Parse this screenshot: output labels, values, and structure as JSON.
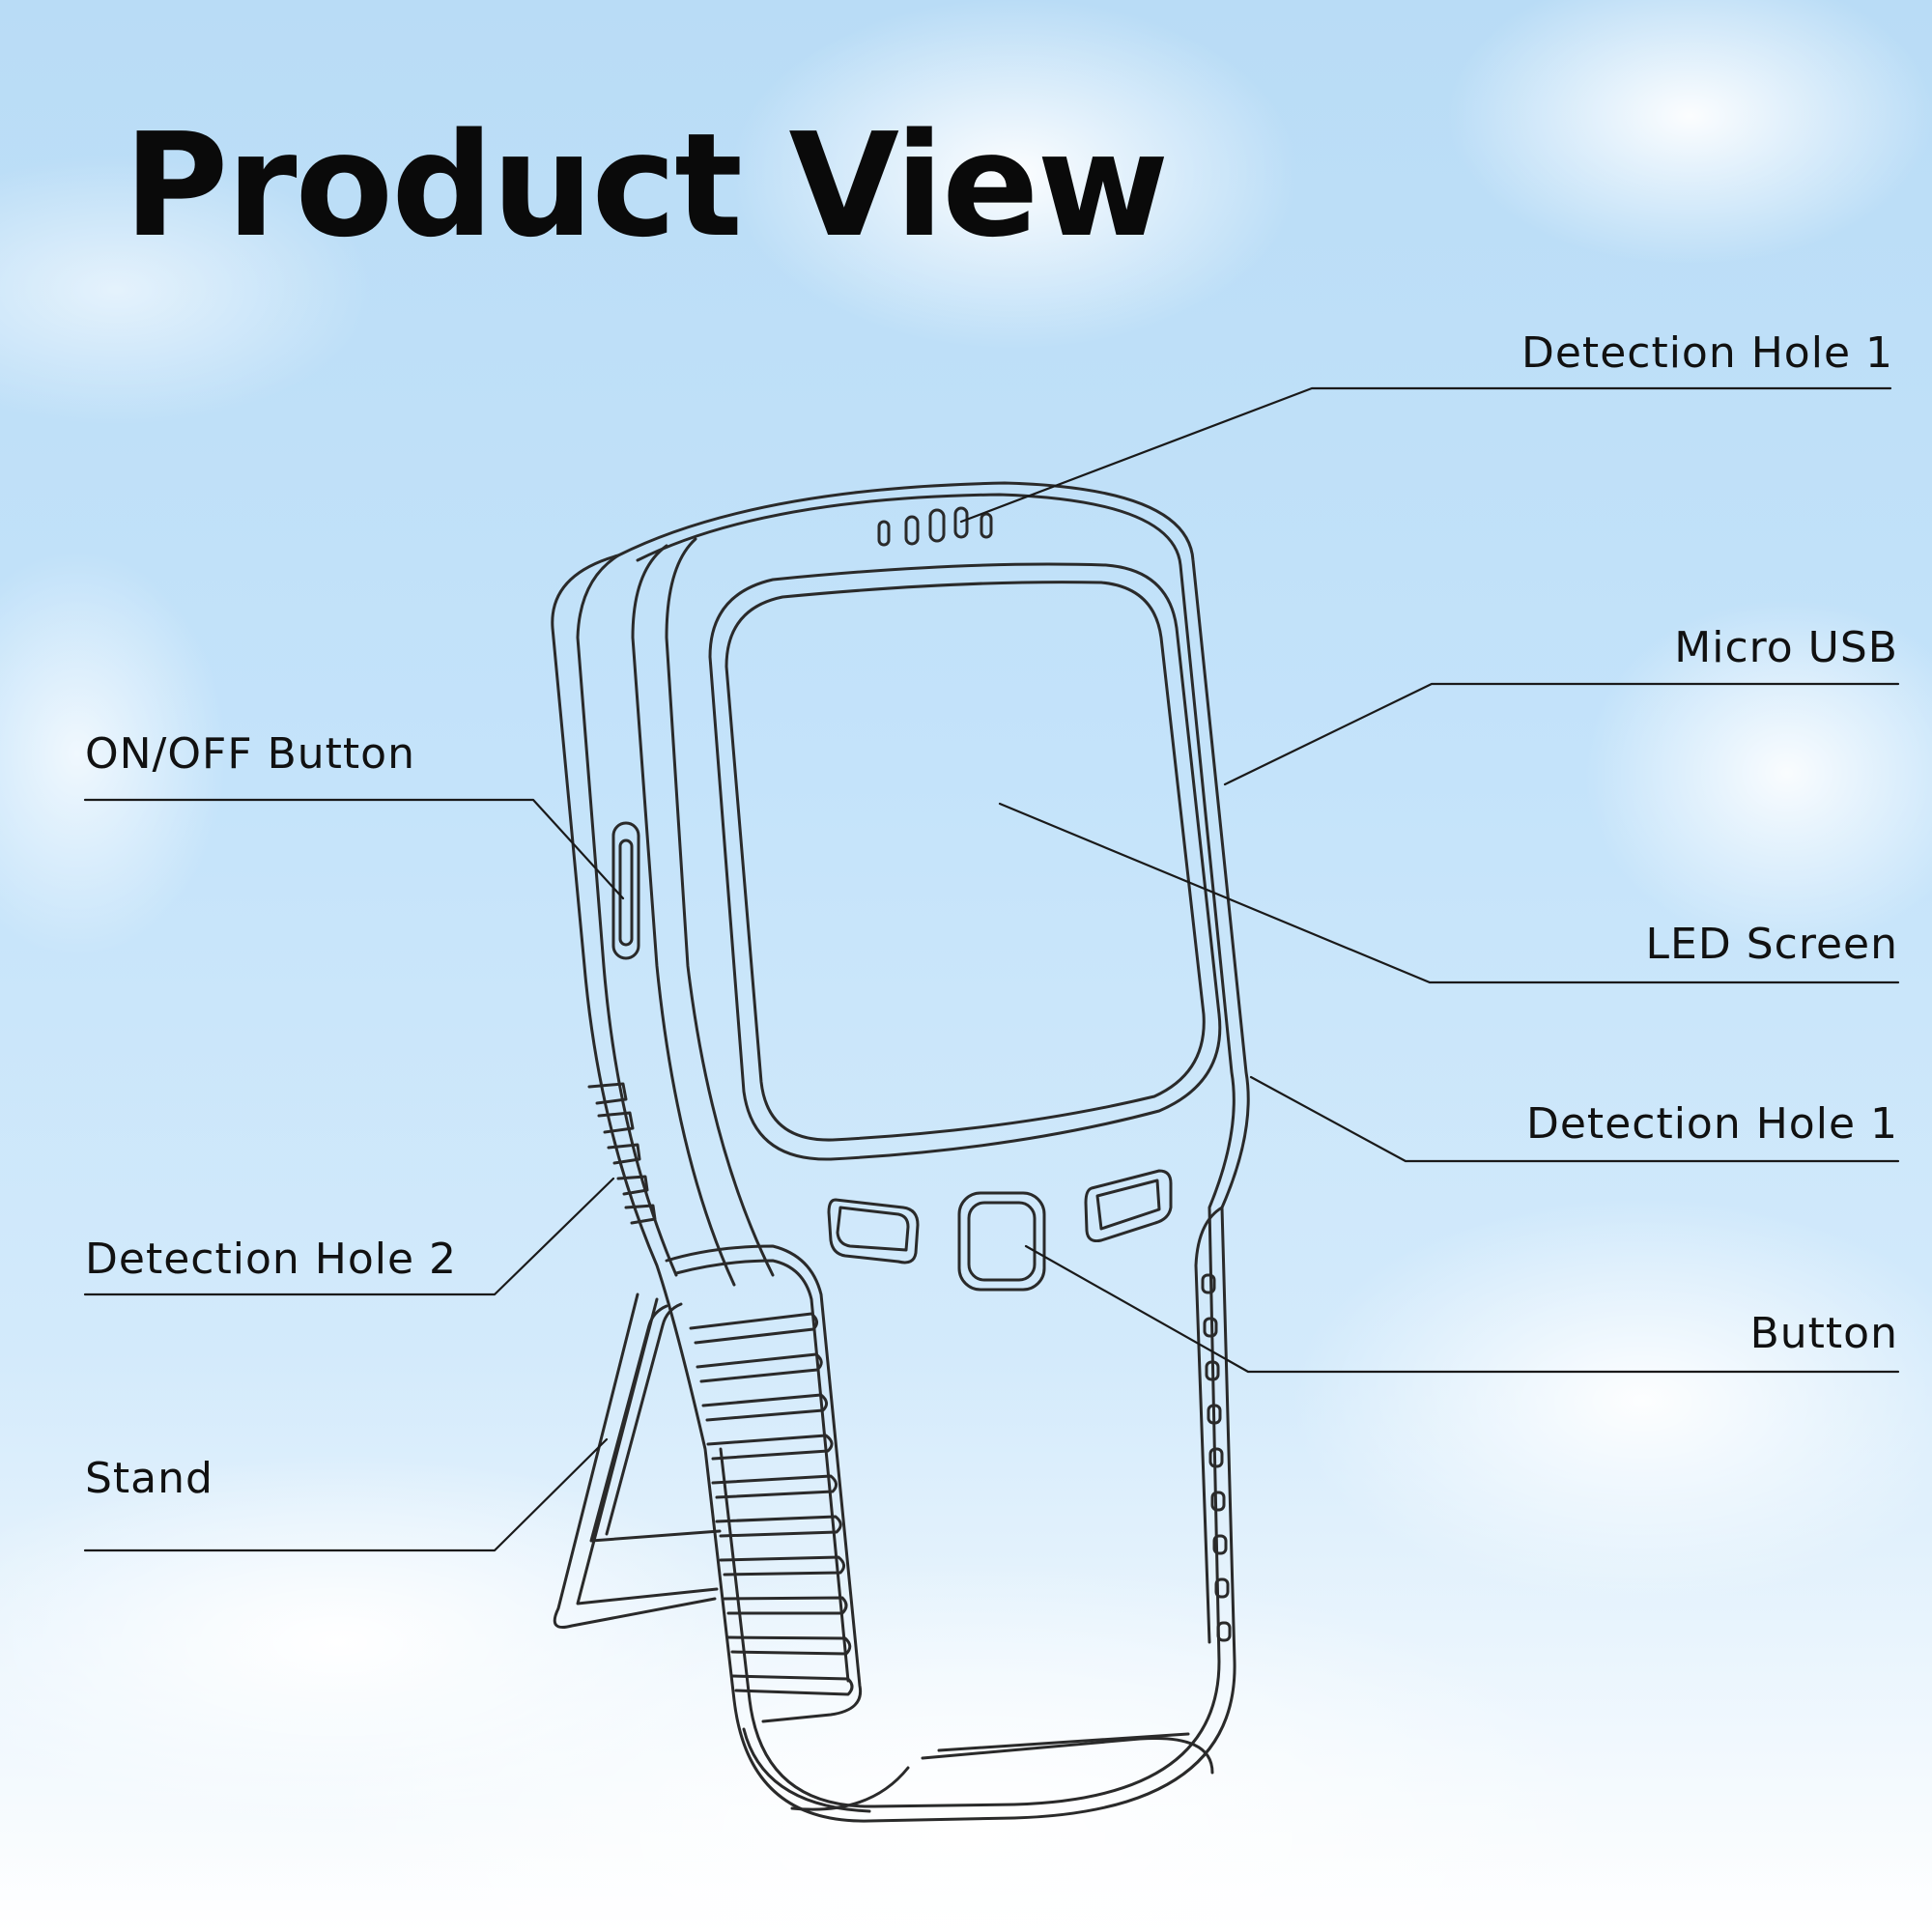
{
  "title": "Product View",
  "labels": {
    "detection_hole_1_top": "Detection Hole 1",
    "micro_usb": "Micro USB",
    "led_screen": "LED Screen",
    "detection_hole_1_side": "Detection Hole 1",
    "button": "Button",
    "on_off_button": "ON/OFF Button",
    "detection_hole_2": "Detection Hole 2",
    "stand": "Stand"
  },
  "colors": {
    "sky_blue": "#c4e3fa",
    "outline": "#2a2a2a",
    "title": "#0a0a0a"
  }
}
